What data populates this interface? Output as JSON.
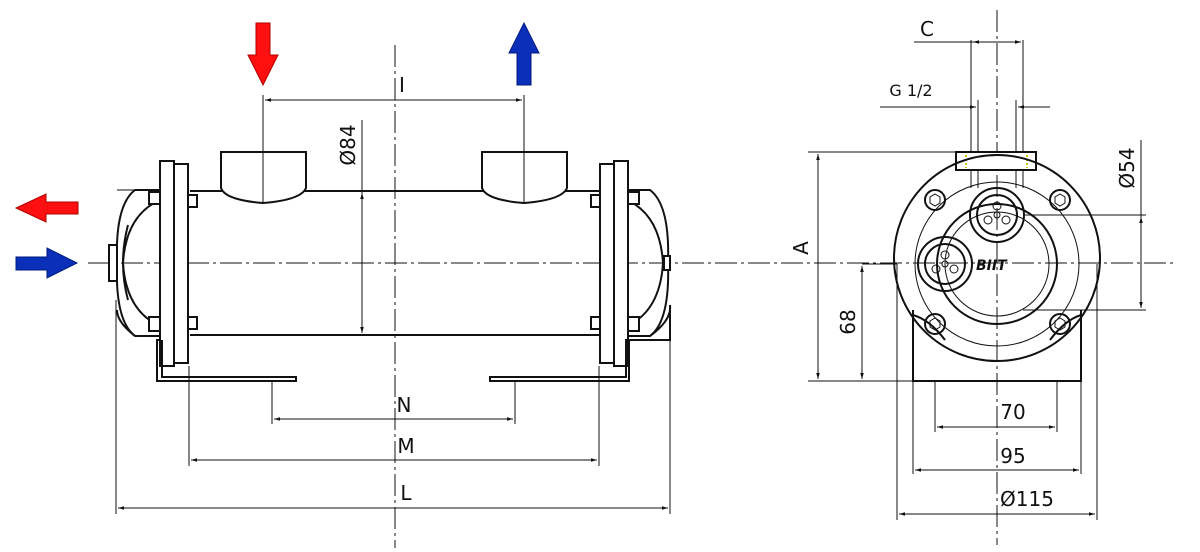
{
  "dimensions": {
    "I": "I",
    "N": "N",
    "M": "M",
    "L": "L",
    "d84": "Ø84",
    "C": "C",
    "G": "G 1/2",
    "A": "A",
    "d54": "Ø54",
    "h68": "68",
    "w70": "70",
    "w95": "95",
    "d115": "Ø115"
  },
  "logo": "BIIT",
  "arrows": {
    "hot_color": "#ff1010",
    "cold_color": "#0a2fb8",
    "icons": [
      "arrow-down-hot-inlet",
      "arrow-up-cold-outlet",
      "arrow-left-hot-outlet",
      "arrow-right-cold-inlet"
    ]
  }
}
